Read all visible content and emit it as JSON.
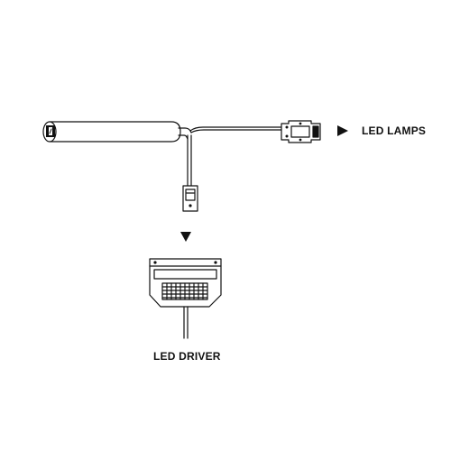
{
  "diagram": {
    "labels": {
      "lamps": "LED LAMPS",
      "driver": "LED DRIVER"
    },
    "components": {
      "sensor": "sensor-switch",
      "lamp_connector": "lamp-connector",
      "driver_plug": "driver-plug",
      "driver": "led-driver"
    },
    "colors": {
      "stroke": "#111111",
      "background": "#ffffff"
    }
  }
}
